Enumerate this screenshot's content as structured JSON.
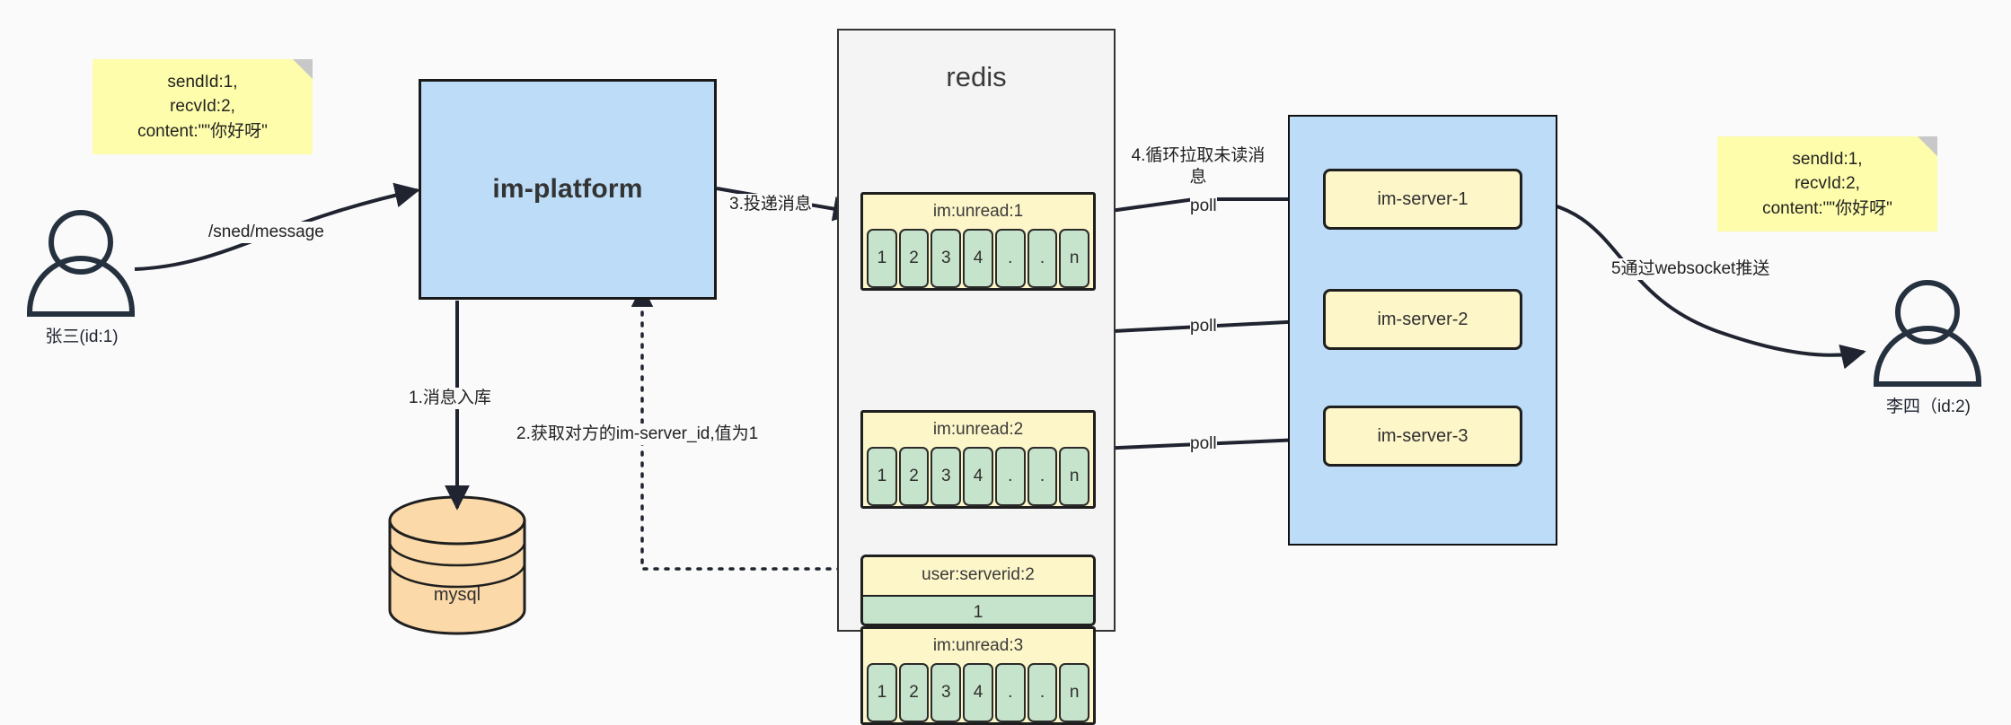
{
  "diagram": {
    "title": "IM message delivery architecture",
    "background": "#fafafa"
  },
  "notes": {
    "left": {
      "line1": "sendId:1,",
      "line2": "recvId:2,",
      "line3": "content:\"\"你好呀\""
    },
    "right": {
      "line1": "sendId:1,",
      "line2": "recvId:2,",
      "line3": "content:\"\"你好呀\""
    }
  },
  "actors": {
    "sender": {
      "caption": "张三(id:1)",
      "icon": "user-icon"
    },
    "receiver": {
      "caption": "李四（id:2)",
      "icon": "user-icon"
    }
  },
  "platform": {
    "label": "im-platform"
  },
  "database": {
    "label": "mysql",
    "icon": "database-cylinder-icon"
  },
  "redis": {
    "title": "redis",
    "queues": [
      {
        "key": "im:unread:1",
        "cells": [
          "1",
          "2",
          "3",
          "4",
          ".",
          ".",
          "n"
        ]
      },
      {
        "key": "im:unread:2",
        "cells": [
          "1",
          "2",
          "3",
          "4",
          ".",
          ".",
          "n"
        ]
      },
      {
        "key": "im:unread:3",
        "cells": [
          "1",
          "2",
          "3",
          "4",
          ".",
          ".",
          "n"
        ]
      }
    ],
    "kv": {
      "key": "user:serverid:2",
      "value": "1"
    }
  },
  "servers": [
    {
      "label": "im-server-1"
    },
    {
      "label": "im-server-2"
    },
    {
      "label": "im-server-3"
    }
  ],
  "edges": {
    "send_message": "/sned/message",
    "step1": "1.消息入库",
    "step2": "2.获取对方的im-server_id,值为1",
    "step3": "3.投递消息",
    "step4_line1": "4.循环拉取未读消",
    "step4_line2": "息",
    "poll1": "poll",
    "poll2": "poll",
    "poll3": "poll",
    "step5": "5通过websocket推送"
  },
  "colors": {
    "note_yellow": "#fdfdab",
    "box_blue": "#bcdcf7",
    "queue_yellow": "#fdf6c9",
    "cell_green": "#c6e3cb",
    "db_orange": "#fbd9a8",
    "stroke": "#1f1f1f",
    "background": "#fafafa"
  }
}
